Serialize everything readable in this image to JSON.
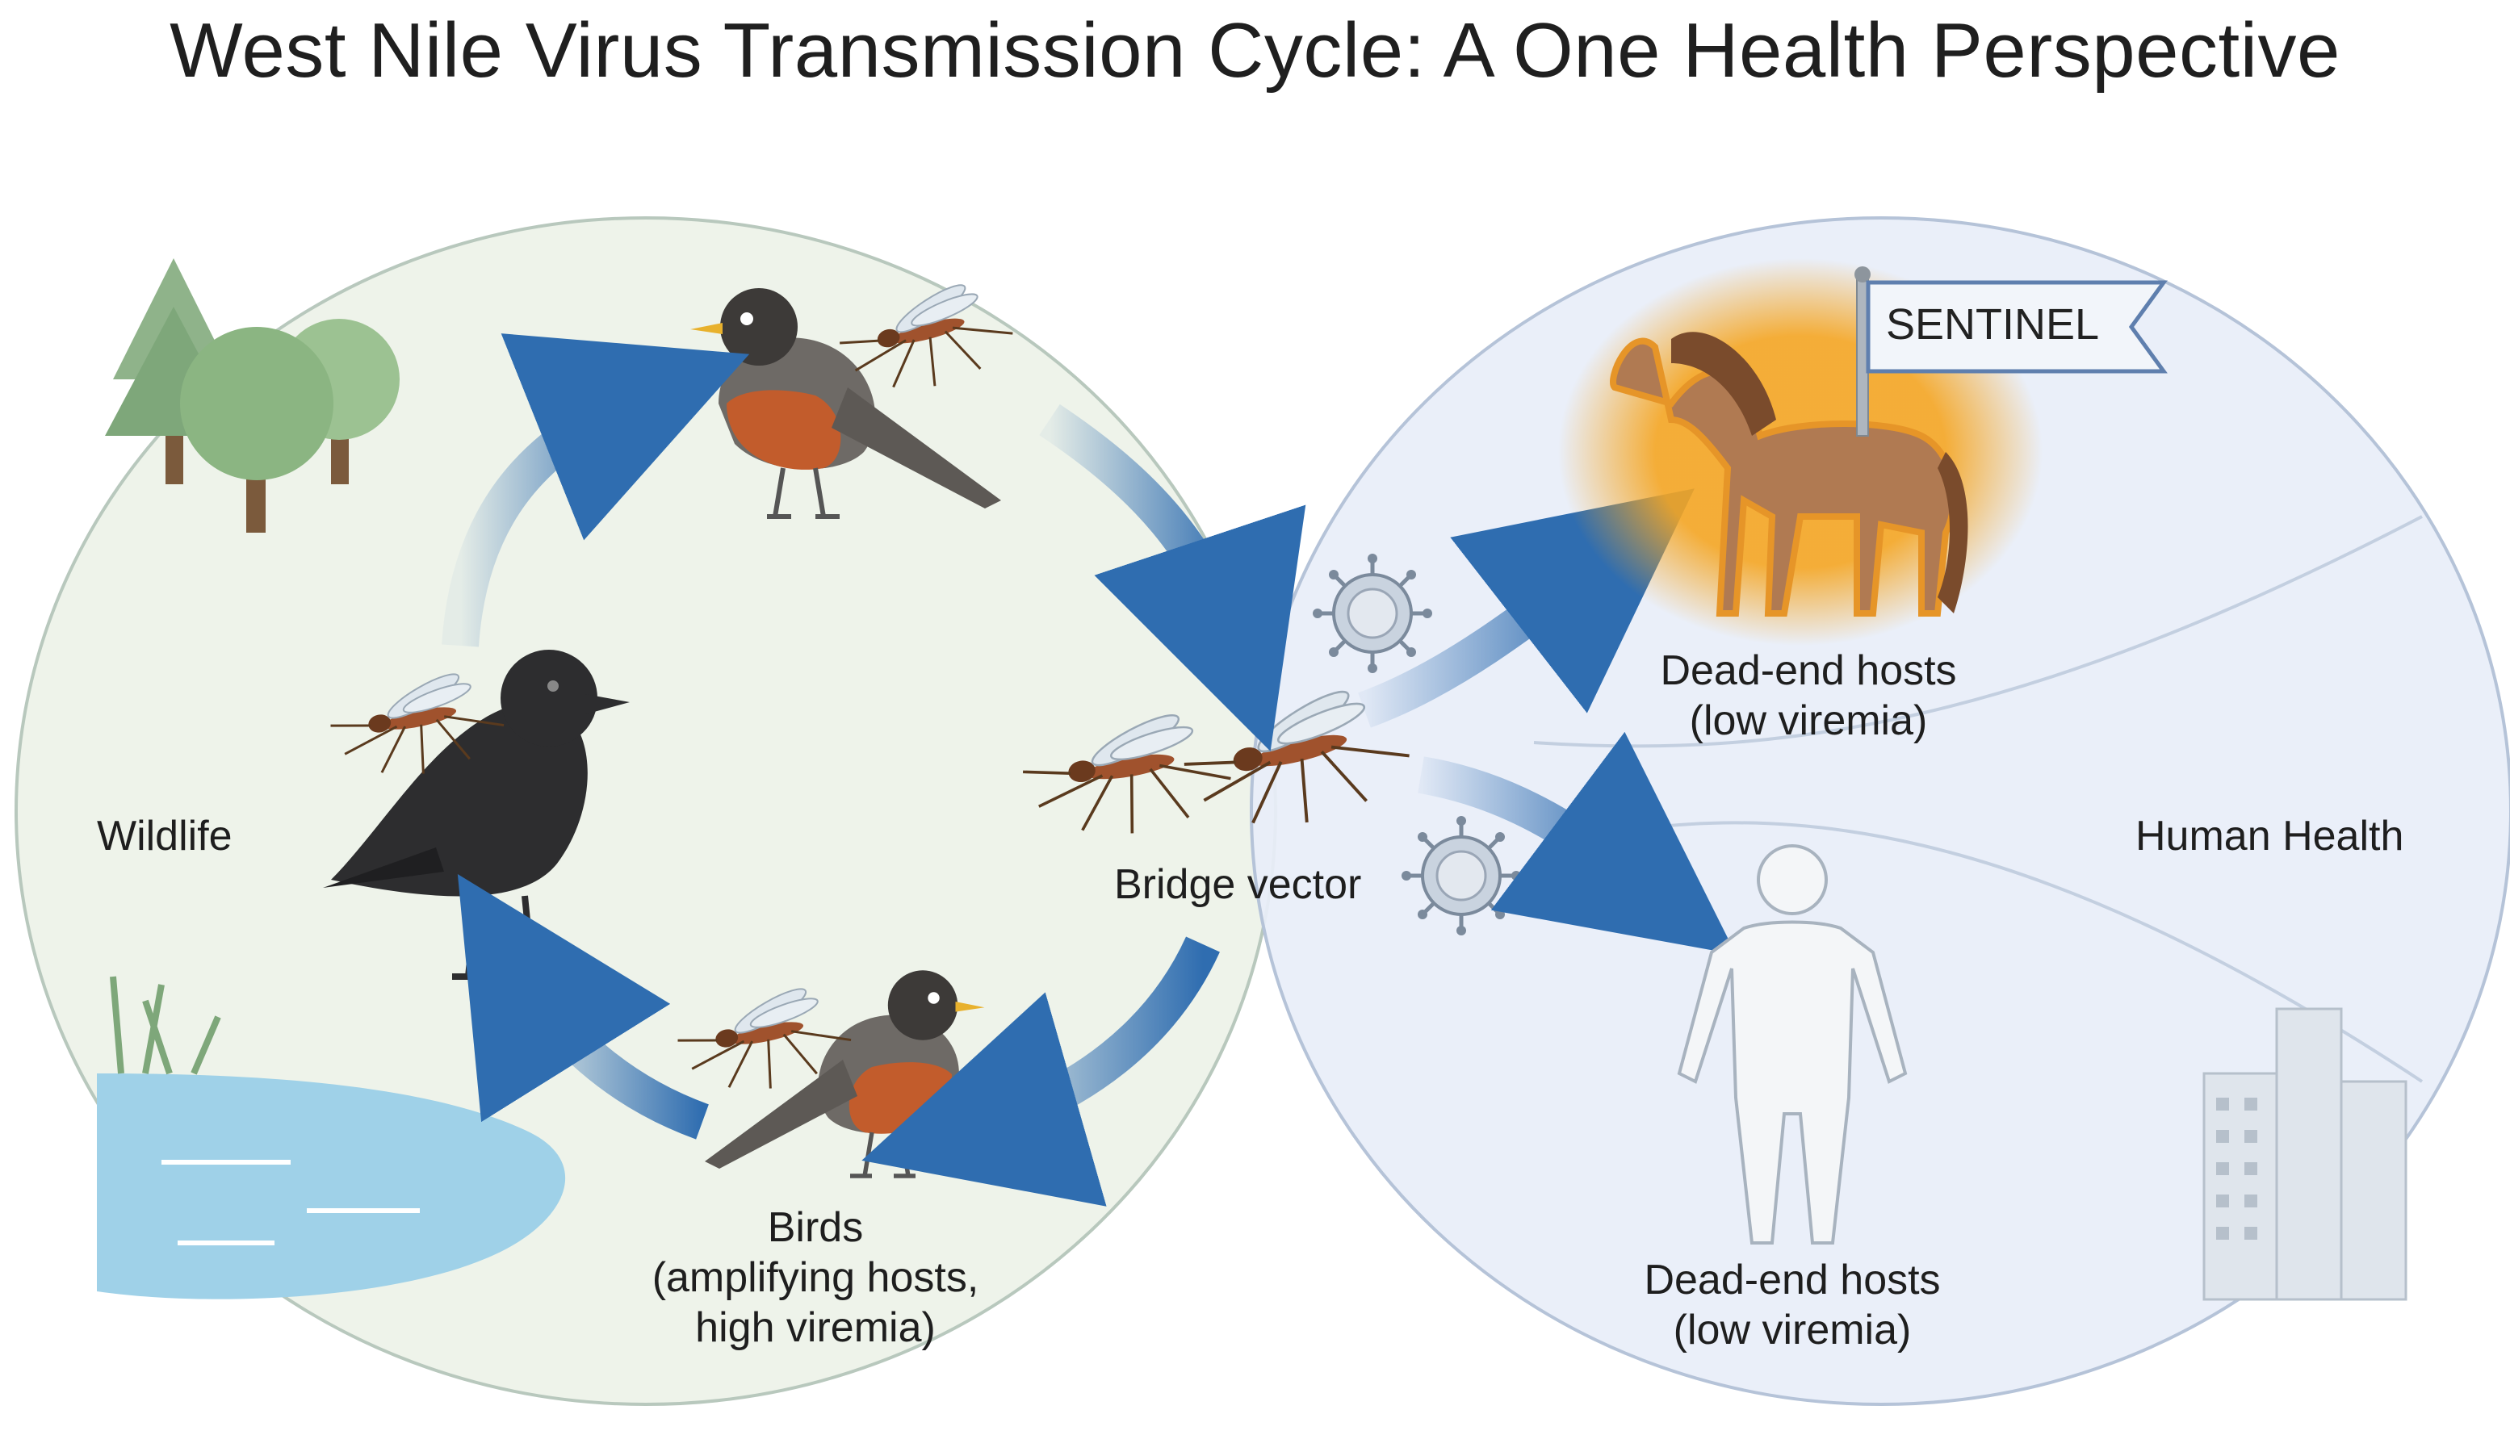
{
  "title": "West Nile Virus Transmission Cycle: A One Health Perspective",
  "regions": {
    "wildlife": "Wildlife",
    "human_health": "Human Health"
  },
  "labels": {
    "bridge_vector": "Bridge vector",
    "birds": [
      "Birds",
      "(amplifying hosts,",
      "high viremia)"
    ],
    "horse_hosts": [
      "Dead-end hosts",
      "(low viremia)"
    ],
    "human_hosts": [
      "Dead-end hosts",
      "(low viremia)"
    ],
    "sentinel": "SENTINEL"
  },
  "colors": {
    "wildlife_fill": "#eef3ea",
    "human_fill": "#e8eef8",
    "arrow": "#2f6db0",
    "horse_glow": "#f5a623"
  },
  "icons": [
    "tree-icon",
    "pond-icon",
    "crow-icon",
    "robin-icon",
    "mosquito-icon",
    "virus-icon",
    "horse-icon",
    "flag-icon",
    "human-icon",
    "building-icon"
  ]
}
